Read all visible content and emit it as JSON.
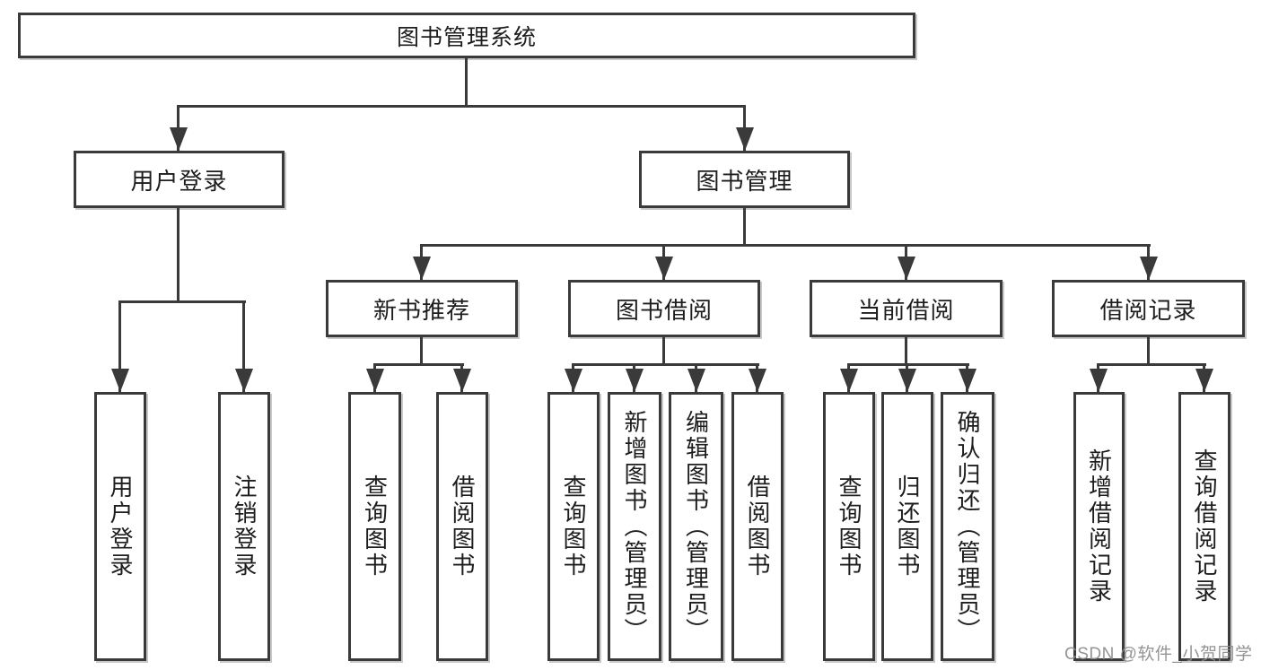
{
  "tree": {
    "root": {
      "label": "图书管理系统"
    },
    "branches": [
      {
        "label": "用户登录",
        "leaves": [
          {
            "label": "用户登录"
          },
          {
            "label": "注销登录"
          }
        ]
      },
      {
        "label": "图书管理",
        "groups": [
          {
            "label": "新书推荐",
            "leaves": [
              {
                "label": "查询图书"
              },
              {
                "label": "借阅图书"
              }
            ]
          },
          {
            "label": "图书借阅",
            "leaves": [
              {
                "label": "查询图书"
              },
              {
                "label": "新增图书（管理员）"
              },
              {
                "label": "编辑图书（管理员）"
              },
              {
                "label": "借阅图书"
              }
            ]
          },
          {
            "label": "当前借阅",
            "leaves": [
              {
                "label": "查询图书"
              },
              {
                "label": "归还图书"
              },
              {
                "label": "确认归还（管理员）"
              }
            ]
          },
          {
            "label": "借阅记录",
            "leaves": [
              {
                "label": "新增借阅记录"
              },
              {
                "label": "查询借阅记录"
              }
            ]
          }
        ]
      }
    ]
  },
  "watermark": {
    "text": "CSDN @软件_小贺同学"
  },
  "colors": {
    "line": "#3a3a3a",
    "text": "#1d1d1d",
    "watermark": "#8c8c8c",
    "background": "#ffffff"
  }
}
